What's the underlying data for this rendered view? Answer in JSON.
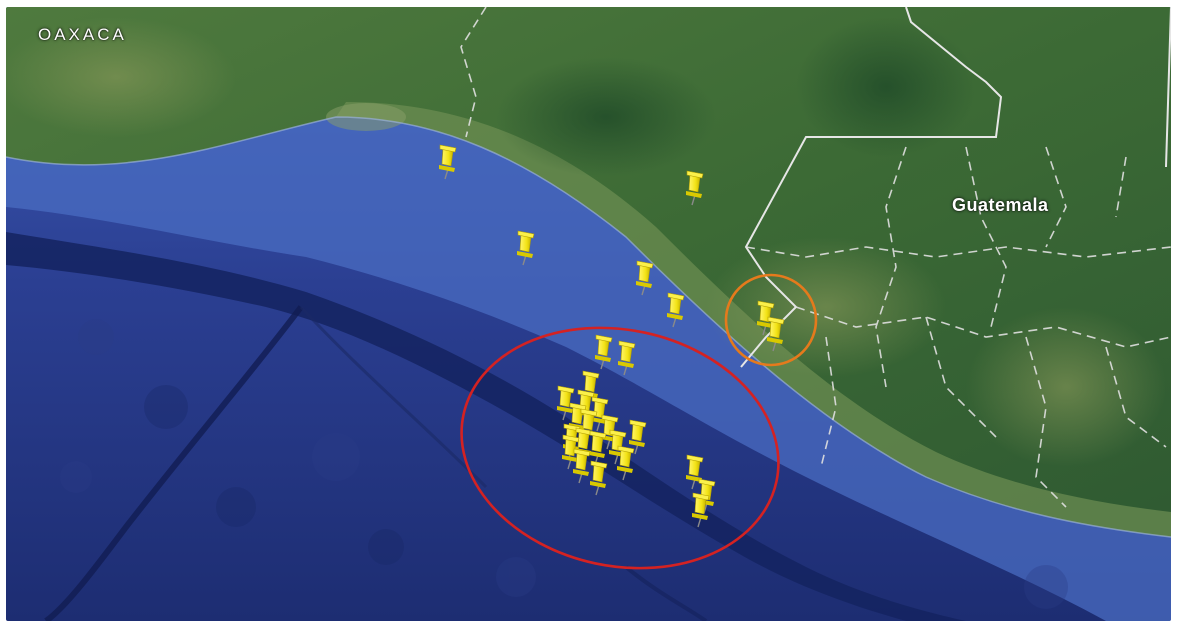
{
  "map": {
    "labels": {
      "oaxaca": "OAXACA",
      "guatemala": "Guatemala"
    },
    "colors": {
      "ocean_deep": "#1c2c70",
      "ocean_shelf": "#3f5fb8",
      "land": "#3d6a38",
      "land_light": "#6f8f4c",
      "border": "#e8e8e8",
      "pin": "#f7ee1c",
      "circle_red": "#d42020",
      "circle_orange": "#e87a1e"
    },
    "markers": {
      "icon": "yellow-pushpin-icon",
      "count": 34
    },
    "annotations": [
      {
        "name": "red-ellipse",
        "color": "red"
      },
      {
        "name": "orange-circle",
        "color": "orange"
      }
    ]
  }
}
